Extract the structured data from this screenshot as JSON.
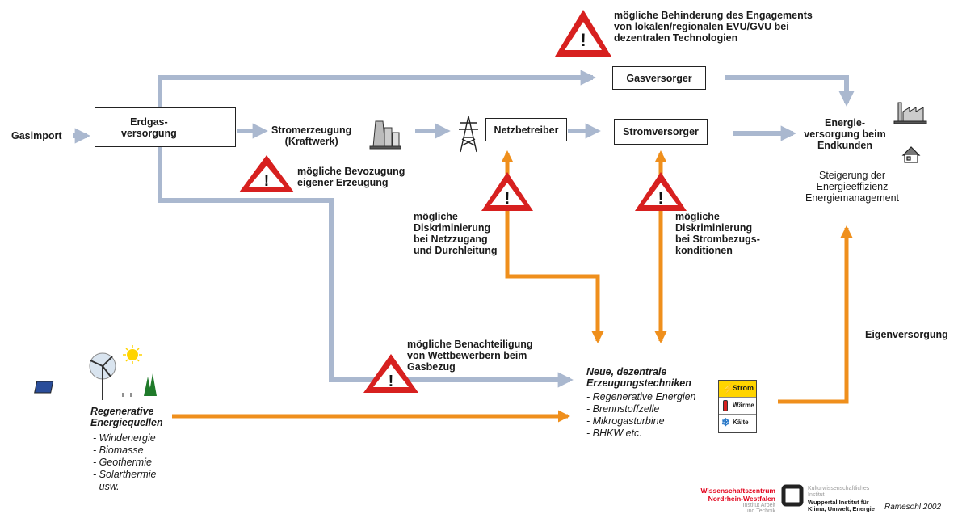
{
  "nodes": {
    "gasimport": "Gasimport",
    "erdgas": "Erdgas-\nversorgung",
    "stromerzeugung": "Stromerzeugung\n(Kraftwerk)",
    "netzbetreiber": "Netzbetreiber",
    "gasversorger": "Gasversorger",
    "stromversorger": "Stromversorger",
    "endkunden": "Energie-\nversorgung beim\nEndkunden",
    "steigerung": "Steigerung der\nEnergieeffizienz\nEnergiemanagement",
    "eigenversorgung": "Eigenversorgung"
  },
  "warnings": {
    "top": "mögliche Behinderung des Engagements\nvon lokalen/regionalen EVU/GVU bei\ndezentralen Technologien",
    "bevorzugung": "mögliche Bevozugung\neigener Erzeugung",
    "netzzugang": "mögliche\nDiskriminierung\nbei Netzzugang\nund Durchleitung",
    "strombezug": "mögliche\nDiskriminierung\nbei Strombezugs-\nkonditionen",
    "gasbezug": "mögliche Benachteiligung\nvon Wettbewerbern beim\nGasbezug"
  },
  "dezentral": {
    "title": "Neue, dezentrale\nErzeugungstechniken",
    "items": [
      "- Regenerative Energien",
      "- Brennstoffzelle",
      "- Mikrogasturbine",
      "- BHKW etc."
    ],
    "legend": [
      "Strom",
      "Wärme",
      "Kälte"
    ]
  },
  "regenerative": {
    "title": "Regenerative\nEnergiequellen",
    "items": [
      "- Windenergie",
      "- Biomasse",
      "- Geothermie",
      "- Solarthermie",
      "- usw."
    ]
  },
  "footer": {
    "wz_name": "Wissenschaftszentrum\nNordrhein-Westfalen",
    "wz_sub": "Institut Arbeit\nund Technik",
    "kulturwiss": "Kulturwissenschaftliches\nInstitut",
    "wuppertal": "Wuppertal Institut für\nKlima, Umwelt, Energie",
    "credit": "Ramesohl 2002"
  },
  "colors": {
    "gas_arrow": "#aab8cf",
    "orange_arrow": "#ef8f1c",
    "warning_red": "#d7201f",
    "legend_yellow": "#ffd400",
    "footer_red": "#e2001a"
  }
}
